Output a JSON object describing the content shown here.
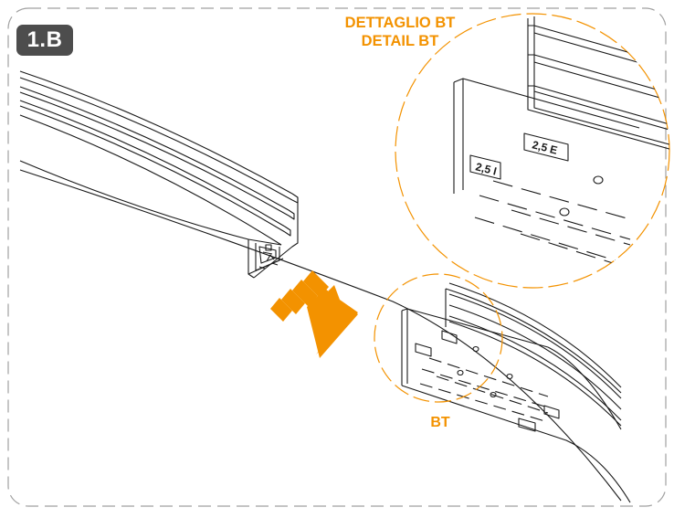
{
  "step": {
    "label": "1.B"
  },
  "detail": {
    "title_line1": "DETTAGLIO BT",
    "title_line2": "DETAIL BT"
  },
  "callout": {
    "label": "BT"
  },
  "profile_marks": {
    "inner": "2,5 I",
    "outer": "2,5 E"
  },
  "colors": {
    "accent": "#f39200",
    "badge": "#4d4d4d",
    "line": "#1a1a1a",
    "frame": "#a0a0a0"
  },
  "icons": {
    "direction": "orange-arrow-icon"
  }
}
